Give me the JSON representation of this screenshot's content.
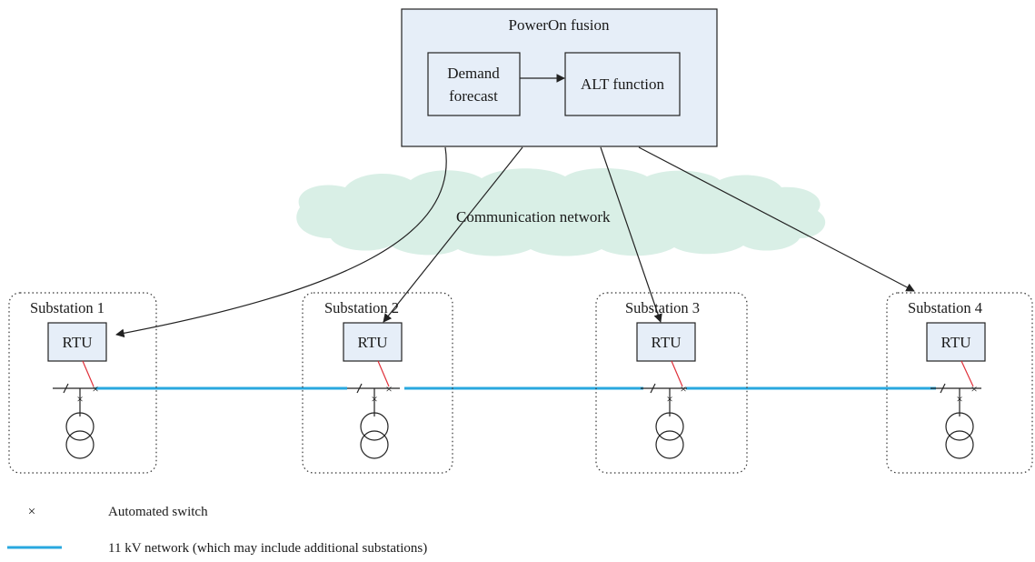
{
  "poweron": {
    "title": "PowerOn fusion",
    "demand_line1": "Demand",
    "demand_line2": "forecast",
    "alt": "ALT function"
  },
  "network": {
    "label": "Communication network"
  },
  "substations": [
    {
      "name": "Substation 1",
      "rtu": "RTU"
    },
    {
      "name": "Substation 2",
      "rtu": "RTU"
    },
    {
      "name": "Substation 3",
      "rtu": "RTU"
    },
    {
      "name": "Substation 4",
      "rtu": "RTU"
    }
  ],
  "legend": {
    "switch_symbol": "×",
    "switch_label": "Automated switch",
    "line_label": "11 kV network (which may include additional substations)"
  },
  "colors": {
    "box_fill": "#e6eef8",
    "cloud_fill": "#d9efe6",
    "network_line": "#29a8df",
    "rtu_link": "#e0303a",
    "stroke": "#222222"
  }
}
